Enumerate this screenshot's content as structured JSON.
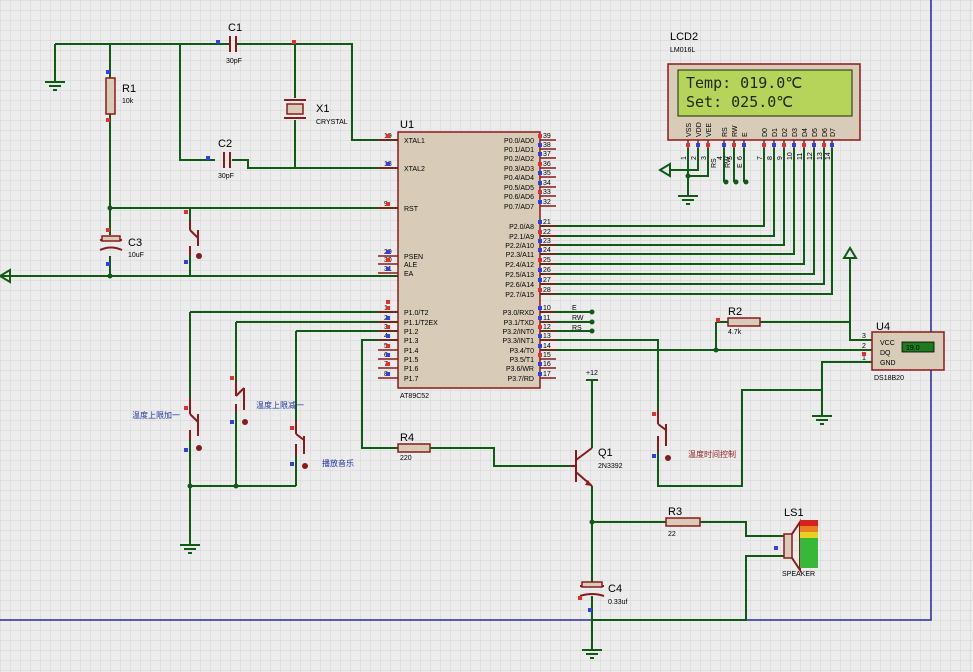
{
  "colors": {
    "wire": "#0f5a14",
    "component": "#8b1a1a",
    "chip_fill": "#d8cbb8",
    "lcd_screen": "#b6d45a",
    "grid": "#d4d4d4",
    "border": "#2a2aa0",
    "pin_red": "#e03030",
    "pin_blue": "#3040e0"
  },
  "components": {
    "c1": {
      "ref": "C1",
      "value": "30pF"
    },
    "c2": {
      "ref": "C2",
      "value": "30pF"
    },
    "c3": {
      "ref": "C3",
      "value": "10uF"
    },
    "c4": {
      "ref": "C4",
      "value": "0.33uf"
    },
    "r1": {
      "ref": "R1",
      "value": "10k"
    },
    "r2": {
      "ref": "R2",
      "value": "4.7k"
    },
    "r3": {
      "ref": "R3",
      "value": "22"
    },
    "r4": {
      "ref": "R4",
      "value": "220"
    },
    "x1": {
      "ref": "X1",
      "value": "CRYSTAL"
    },
    "u1": {
      "ref": "U1",
      "model": "AT89C52"
    },
    "q1": {
      "ref": "Q1",
      "model": "2N3392",
      "supply": "+12"
    },
    "ls1": {
      "ref": "LS1",
      "model": "SPEAKER"
    },
    "u4": {
      "ref": "U4",
      "model": "DS18B20",
      "reading": "19.0",
      "pins": [
        "VCC",
        "DQ",
        "GND"
      ],
      "pin_nums": [
        "3",
        "2",
        "1"
      ]
    },
    "lcd": {
      "ref": "LCD2",
      "model": "LM016L",
      "line1": "Temp:  019.0℃",
      "line2": "Set:   025.0℃",
      "pins": [
        "VSS",
        "VDD",
        "VEE",
        "RS",
        "RW",
        "E",
        "D0",
        "D1",
        "D2",
        "D3",
        "D4",
        "D5",
        "D6",
        "D7"
      ],
      "pin_nums": [
        "1",
        "2",
        "3",
        "4",
        "5",
        "6",
        "7",
        "8",
        "9",
        "10",
        "11",
        "12",
        "13",
        "14"
      ],
      "net_rs": "RS",
      "net_rw": "RW",
      "net_e": "E"
    }
  },
  "u1_pins": {
    "left": [
      {
        "num": "19",
        "name": "XTAL1"
      },
      {
        "num": "18",
        "name": "XTAL2"
      },
      {
        "num": "9",
        "name": "RST"
      },
      {
        "num": "29",
        "name": "PSEN"
      },
      {
        "num": "30",
        "name": "ALE"
      },
      {
        "num": "31",
        "name": "EA"
      },
      {
        "num": "1",
        "name": "P1.0/T2"
      },
      {
        "num": "2",
        "name": "P1.1/T2EX"
      },
      {
        "num": "3",
        "name": "P1.2"
      },
      {
        "num": "4",
        "name": "P1.3"
      },
      {
        "num": "5",
        "name": "P1.4"
      },
      {
        "num": "6",
        "name": "P1.5"
      },
      {
        "num": "7",
        "name": "P1.6"
      },
      {
        "num": "8",
        "name": "P1.7"
      }
    ],
    "right": [
      {
        "num": "39",
        "name": "P0.0/AD0"
      },
      {
        "num": "38",
        "name": "P0.1/AD1"
      },
      {
        "num": "37",
        "name": "P0.2/AD2"
      },
      {
        "num": "36",
        "name": "P0.3/AD3"
      },
      {
        "num": "35",
        "name": "P0.4/AD4"
      },
      {
        "num": "34",
        "name": "P0.5/AD5"
      },
      {
        "num": "33",
        "name": "P0.6/AD6"
      },
      {
        "num": "32",
        "name": "P0.7/AD7"
      },
      {
        "num": "21",
        "name": "P2.0/A8"
      },
      {
        "num": "22",
        "name": "P2.1/A9"
      },
      {
        "num": "23",
        "name": "P2.2/A10"
      },
      {
        "num": "24",
        "name": "P2.3/A11"
      },
      {
        "num": "25",
        "name": "P2.4/A12"
      },
      {
        "num": "26",
        "name": "P2.5/A13"
      },
      {
        "num": "27",
        "name": "P2.6/A14"
      },
      {
        "num": "28",
        "name": "P2.7/A15"
      },
      {
        "num": "10",
        "name": "P3.0/RXD"
      },
      {
        "num": "11",
        "name": "P3.1/TXD"
      },
      {
        "num": "12",
        "name": "P3.2/INT0"
      },
      {
        "num": "13",
        "name": "P3.3/INT1"
      },
      {
        "num": "14",
        "name": "P3.4/T0"
      },
      {
        "num": "15",
        "name": "P3.5/T1"
      },
      {
        "num": "16",
        "name": "P3.6/WR"
      },
      {
        "num": "17",
        "name": "P3.7/RD"
      }
    ]
  },
  "net_labels": {
    "e": "E",
    "rw": "RW",
    "rs": "RS"
  },
  "buttons": {
    "temp_up": "温度上限加一",
    "temp_down": "温度上限减一",
    "music": "播放音乐",
    "timer": "温度时间控制"
  }
}
